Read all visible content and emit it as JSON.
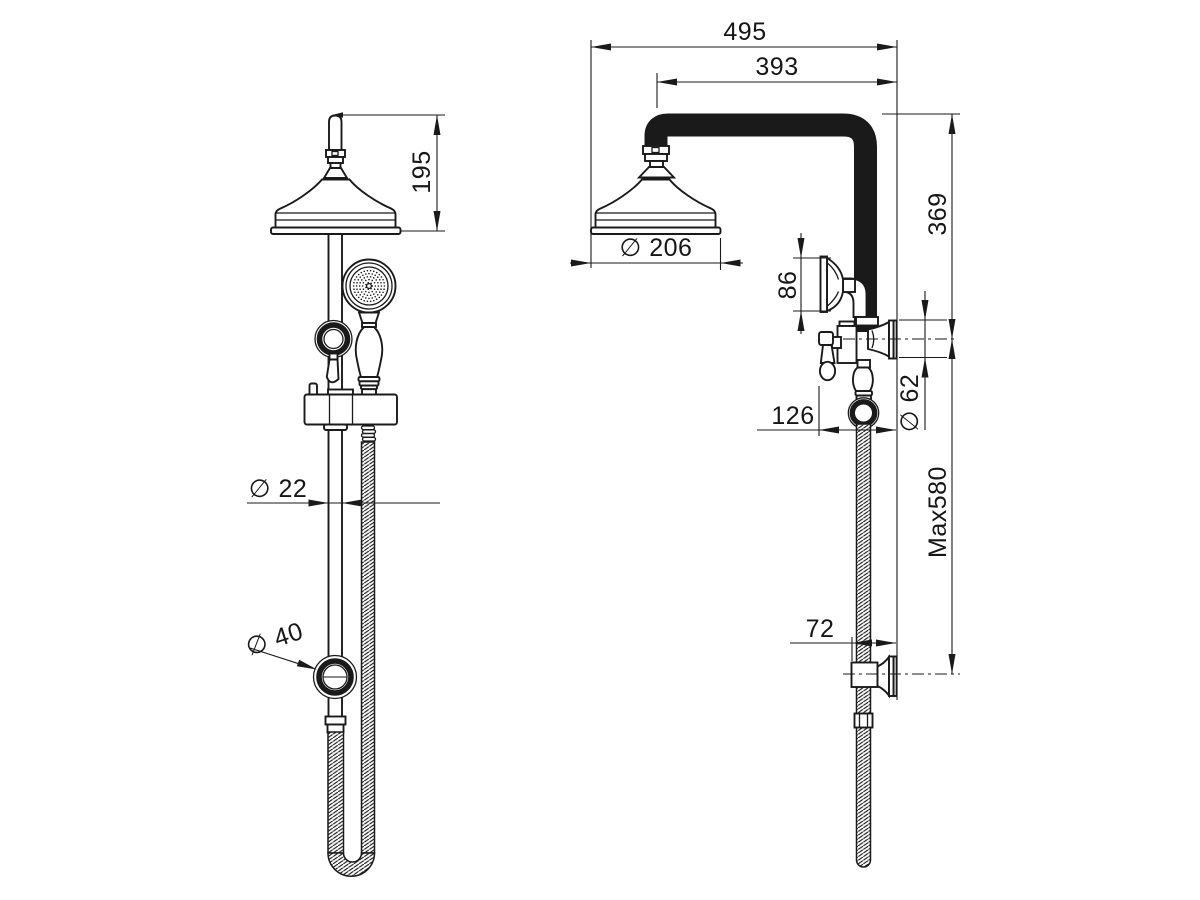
{
  "drawing": {
    "type": "technical-dimension-drawing",
    "subject": "twin rail shower with overhead rose and hand shower",
    "views": [
      "front-view",
      "side-view"
    ],
    "line_color": "#1a1a1a",
    "background_color": "#ffffff"
  },
  "dimensions": {
    "overall_projection": "495",
    "head_centre_projection": "393",
    "head_height": "195",
    "head_diameter": "∅ 206",
    "inlet_flange_height": "86",
    "handset_face_diameter": "∅ 62",
    "handset_projection": "126",
    "drop_to_handset": "369",
    "rail_travel_max": "Max580",
    "bottom_bracket_projection": "72",
    "rail_diameter": "∅ 22",
    "bottom_bracket_diameter": "∅ 40"
  }
}
